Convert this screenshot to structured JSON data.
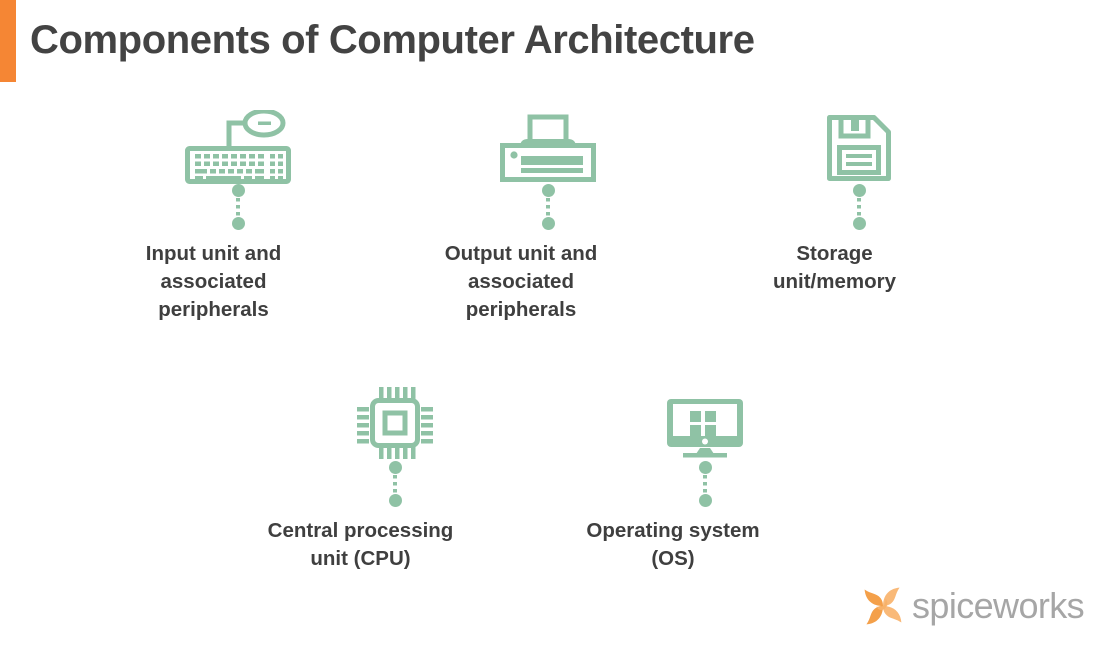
{
  "header": {
    "title": "Components of Computer Architecture",
    "accent_color": "#f58634",
    "title_color": "#434343"
  },
  "theme": {
    "icon_green": "#8fc2a5",
    "background": "#ffffff",
    "label_color": "#3f3f3f",
    "logo_orange": "#f7b26a",
    "logo_word_gray": "#a6a6a6"
  },
  "nodes": [
    {
      "id": "input",
      "icon": "keyboard-mouse-icon",
      "label": "Input unit and\nassociated\nperipherals"
    },
    {
      "id": "output",
      "icon": "printer-icon",
      "label": "Output unit and\nassociated\nperipherals"
    },
    {
      "id": "storage",
      "icon": "floppy-disk-icon",
      "label": "Storage\nunit/memory"
    },
    {
      "id": "cpu",
      "icon": "cpu-chip-icon",
      "label": "Central processing\nunit (CPU)"
    },
    {
      "id": "os",
      "icon": "monitor-icon",
      "label": "Operating system\n(OS)"
    }
  ],
  "logo": {
    "mark": "spiceworks-pinwheel-icon",
    "wordmark": "spiceworks"
  }
}
